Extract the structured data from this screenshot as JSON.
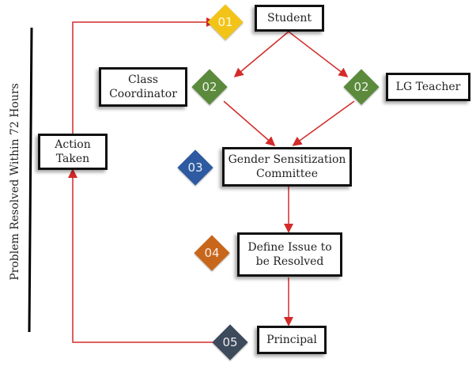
{
  "diagram": {
    "side_label": "Problem Resolved Within 72 Hours",
    "steps": [
      {
        "number": "01",
        "label": "Student",
        "color": "#f2c418"
      },
      {
        "number": "02",
        "label": "Class Coordinator",
        "color": "#5b8a3c"
      },
      {
        "number": "02",
        "label": "LG Teacher",
        "color": "#5b8a3c"
      },
      {
        "number": "03",
        "label": "Gender Sensitization Committee",
        "color": "#2d5aa0"
      },
      {
        "number": "04",
        "label": "Define Issue to be Resolved",
        "color": "#c8661c"
      },
      {
        "number": "05",
        "label": "Principal",
        "color": "#3d4a5c"
      }
    ],
    "action_box": "Action Taken",
    "connector_color": "#d42a2a"
  }
}
